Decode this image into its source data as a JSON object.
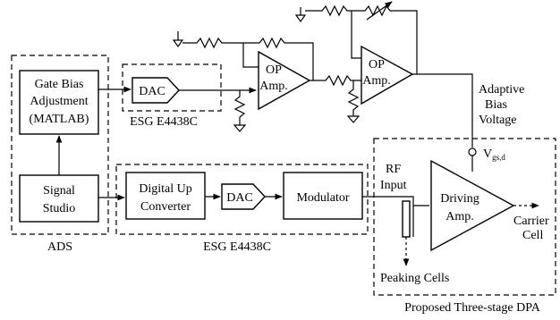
{
  "blocks": {
    "gate_bias": [
      "Gate Bias",
      "Adjustment",
      "(MATLAB)"
    ],
    "signal_studio": [
      "Signal",
      "Studio"
    ],
    "dac_top": "DAC",
    "dac_bottom": "DAC",
    "digital_up": [
      "Digital Up",
      "Converter"
    ],
    "modulator": "Modulator",
    "op_amp_1": [
      "OP",
      "Amp."
    ],
    "op_amp_2": [
      "OP",
      "Amp."
    ],
    "driving_amp": [
      "Driving",
      "Amp."
    ]
  },
  "groups": {
    "ads": "ADS",
    "esg_top": "ESG E4438C",
    "esg_bottom": "ESG E4438C",
    "dpa": "Proposed Three-stage DPA"
  },
  "labels": {
    "adaptive_bias": [
      "Adaptive",
      "Bias",
      "Voltage"
    ],
    "vgs_main": "V",
    "vgs_sub": "gs,d",
    "rf_input": [
      "RF",
      "Input"
    ],
    "carrier_cell": [
      "Carrier",
      "Cell"
    ],
    "peaking_cells": "Peaking Cells"
  }
}
